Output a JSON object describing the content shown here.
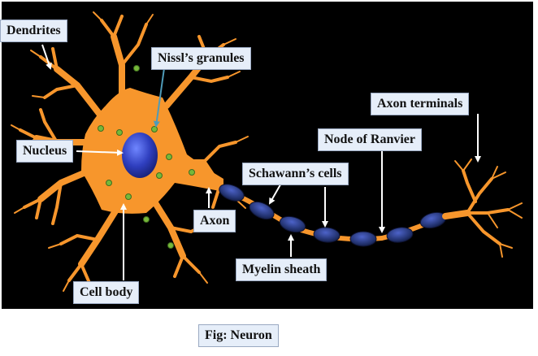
{
  "labels": {
    "dendrites": "Dendrites",
    "nissls_granules": "Nissl’s granules",
    "nucleus": "Nucleus",
    "axon_terminals": "Axon terminals",
    "node_of_ranvier": "Node of Ranvier",
    "schwann_cells": "Schawann’s cells",
    "axon": "Axon",
    "myelin_sheath": "Myelin sheath",
    "cell_body": "Cell body"
  },
  "caption": "Fig: Neuron",
  "colors": {
    "background": "#000000",
    "cell": "#f7962c",
    "nucleus": "#2f3fbf",
    "myelin": "#22326f",
    "granules": "#76b83a",
    "label_fill": "#e6eef9"
  }
}
